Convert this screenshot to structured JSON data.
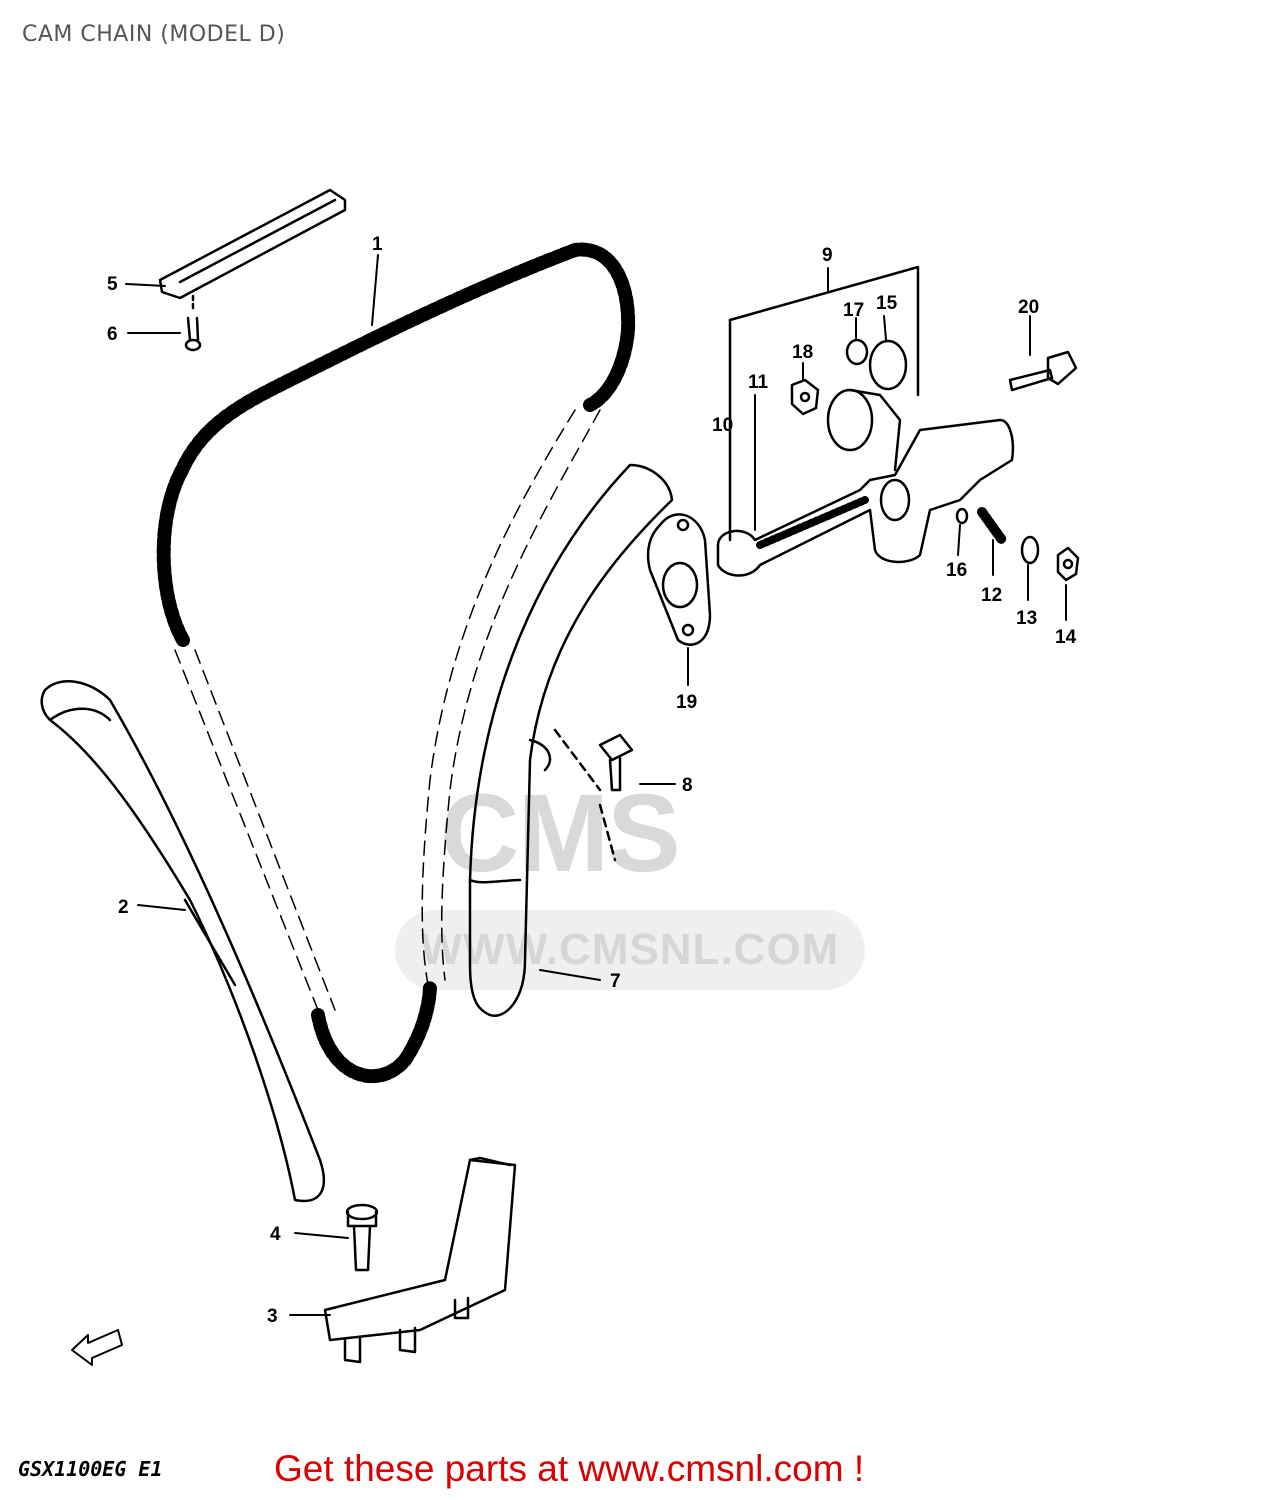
{
  "title": "CAM CHAIN (MODEL D)",
  "model_code": "GSX1100EG E1",
  "promo_text": "Get these parts at www.cmsnl.com !",
  "watermark": {
    "logo": "CMS",
    "url": "WWW.CMSNL.COM"
  },
  "callouts": [
    "1",
    "2",
    "3",
    "4",
    "5",
    "6",
    "7",
    "8",
    "9",
    "10",
    "11",
    "12",
    "13",
    "14",
    "15",
    "16",
    "17",
    "18",
    "19",
    "20"
  ],
  "colors": {
    "line": "#000000",
    "promo": "#d80000",
    "title": "#555555"
  }
}
